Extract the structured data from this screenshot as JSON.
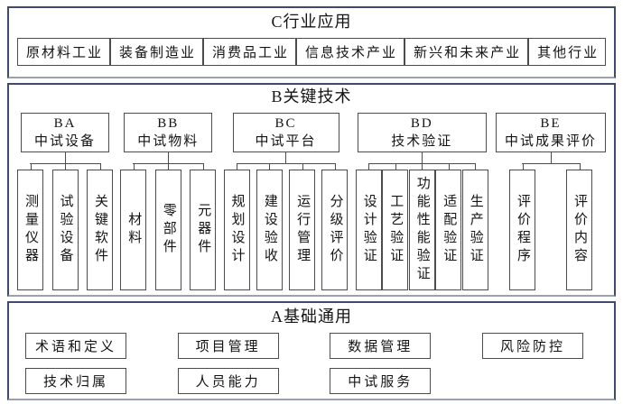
{
  "colors": {
    "section_border": "#3e4b6d",
    "section_border_bottom": "#99a0ae",
    "box_border": "#4c4c4c",
    "text": "#141414",
    "background": "#ffffff"
  },
  "sections": {
    "c": {
      "title": "C行业应用",
      "items": [
        "原材料工业",
        "装备制造业",
        "消费品工业",
        "信息技术产业",
        "新兴和未来产业",
        "其他行业"
      ]
    },
    "b": {
      "title": "B关键技术",
      "groups": [
        {
          "code": "BA",
          "name": "中试设备",
          "children": [
            "测量仪器",
            "试验设备",
            "关键软件"
          ]
        },
        {
          "code": "BB",
          "name": "中试物料",
          "children": [
            "材料",
            "零部件",
            "元器件"
          ]
        },
        {
          "code": "BC",
          "name": "中试平台",
          "children": [
            "规划设计",
            "建设验收",
            "运行管理",
            "分级评价"
          ]
        },
        {
          "code": "BD",
          "name": "技术验证",
          "children": [
            "设计验证",
            "工艺验证",
            "功能性能验证",
            "适配验证",
            "生产验证"
          ]
        },
        {
          "code": "BE",
          "name": "中试成果评价",
          "children": [
            "评价程序",
            "评价内容"
          ]
        }
      ]
    },
    "a": {
      "title": "A基础通用",
      "rows": [
        [
          "术语和定义",
          "项目管理",
          "数据管理",
          "风险防控"
        ],
        [
          "技术归属",
          "人员能力",
          "中试服务"
        ]
      ]
    }
  }
}
